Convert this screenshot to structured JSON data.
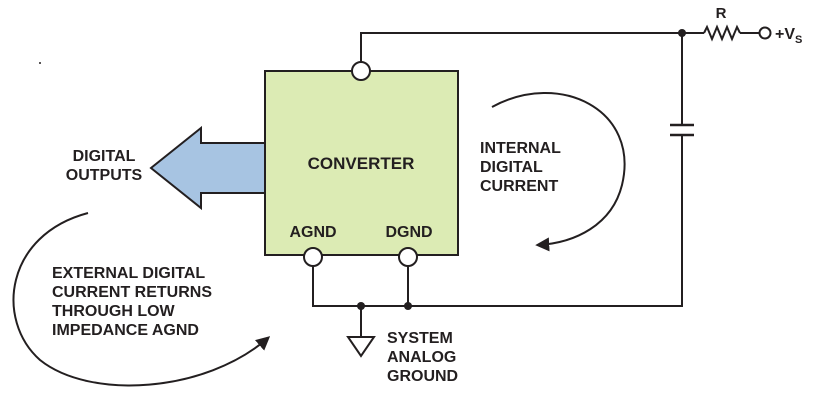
{
  "converter": {
    "title": "CONVERTER",
    "agnd_label": "AGND",
    "dgnd_label": "DGND",
    "fill": "#dcebb4"
  },
  "digital_outputs": {
    "line1": "DIGITAL",
    "line2": "OUTPUTS",
    "arrow_fill": "#a7c4e2"
  },
  "internal_current": {
    "line1": "INTERNAL",
    "line2": "DIGITAL",
    "line3": "CURRENT"
  },
  "external_current": {
    "line1": "EXTERNAL DIGITAL",
    "line2": "CURRENT RETURNS",
    "line3": "THROUGH LOW",
    "line4": "IMPEDANCE AGND"
  },
  "ground": {
    "line1": "SYSTEM",
    "line2": "ANALOG",
    "line3": "GROUND"
  },
  "supply": {
    "resistor_label": "R",
    "vs_label": "+V",
    "vs_subscript": "S"
  }
}
